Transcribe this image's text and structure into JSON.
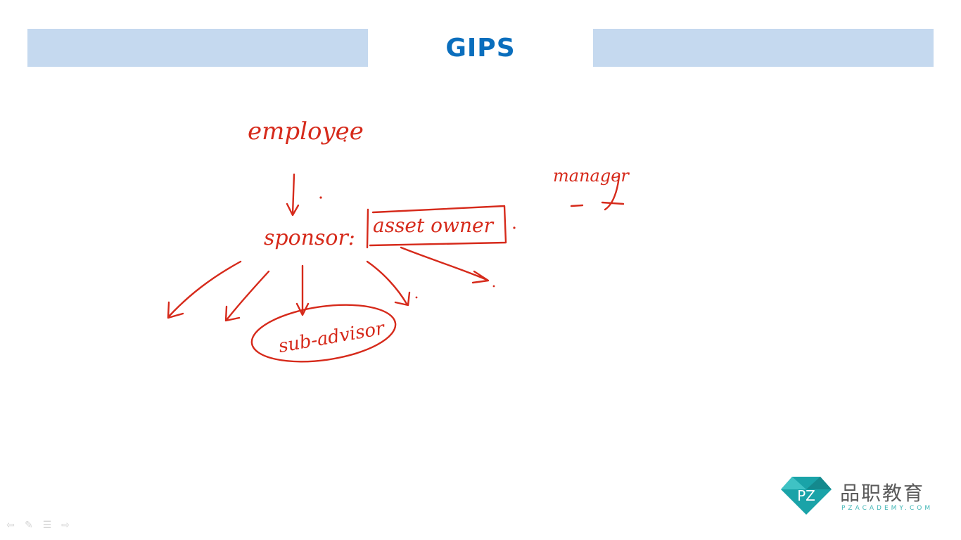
{
  "slide": {
    "title": "GIPS"
  },
  "annotations": {
    "employee": "employee",
    "sponsor": "sponsor:",
    "asset_owner": "asset owner",
    "manager": "manager",
    "sub_advisor": "sub-advisor"
  },
  "logo": {
    "mark": "PZ",
    "name_cn": "品职教育",
    "name_en": "PZACADEMY.COM"
  },
  "nav": {
    "prev_icon": "arrow-left-icon",
    "pen_icon": "pen-icon",
    "menu_icon": "menu-icon",
    "next_icon": "arrow-right-icon"
  },
  "colors": {
    "band": "#c5d9ef",
    "title": "#0a6ebd",
    "ink": "#d62a1b",
    "logo_teal": "#1aa3a8"
  }
}
